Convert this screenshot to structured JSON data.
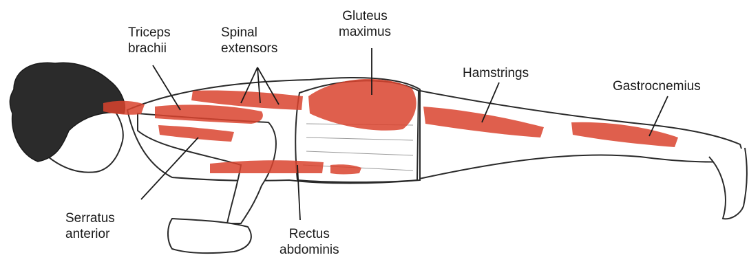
{
  "colors": {
    "muscle": "#d9432e",
    "muscle_light": "#e8826f",
    "outline": "#2a2a2a",
    "hair": "#2b2b2b",
    "skin": "#ffffff",
    "leader": "#1a1a1a"
  },
  "labels": {
    "triceps": {
      "line1": "Triceps",
      "line2": "brachii"
    },
    "spinal": {
      "line1": "Spinal",
      "line2": "extensors"
    },
    "gluteus": {
      "line1": "Gluteus",
      "line2": "maximus"
    },
    "hamstrings": {
      "line1": "Hamstrings"
    },
    "gastrocnemius": {
      "line1": "Gastrocnemius"
    },
    "serratus": {
      "line1": "Serratus",
      "line2": "anterior"
    },
    "rectus": {
      "line1": "Rectus",
      "line2": "abdominis"
    }
  }
}
